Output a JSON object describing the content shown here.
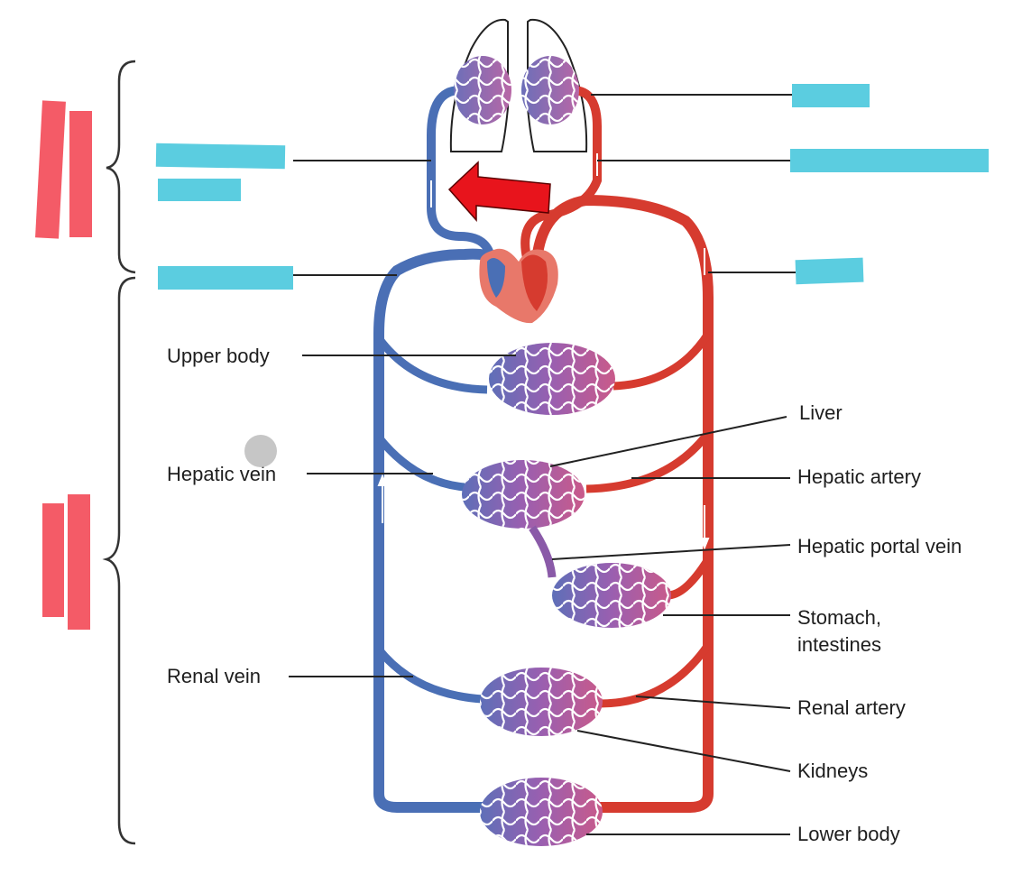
{
  "labels": {
    "upper_body": "Upper body",
    "hepatic_vein": "Hepatic vein",
    "renal_vein": "Renal vein",
    "liver": "Liver",
    "hepatic_artery": "Hepatic artery",
    "hepatic_portal_vein": "Hepatic portal vein",
    "stomach_line1": "Stomach,",
    "stomach_line2": "intestines",
    "renal_artery": "Renal artery",
    "kidneys": "Kidneys",
    "lower_body": "Lower body"
  },
  "colors": {
    "vein_blue": "#4a6fb5",
    "artery_red": "#d63b2f",
    "capillary_purple": "#8a5aa8",
    "redaction_cyan": "#5bcde0",
    "redaction_red": "#f45b67",
    "arrow_red": "#e8141c",
    "heart_orange": "#e8786a"
  },
  "icons": {
    "cursor_marker": "grey-dot-icon",
    "direction_arrow": "arrow-left-icon"
  }
}
